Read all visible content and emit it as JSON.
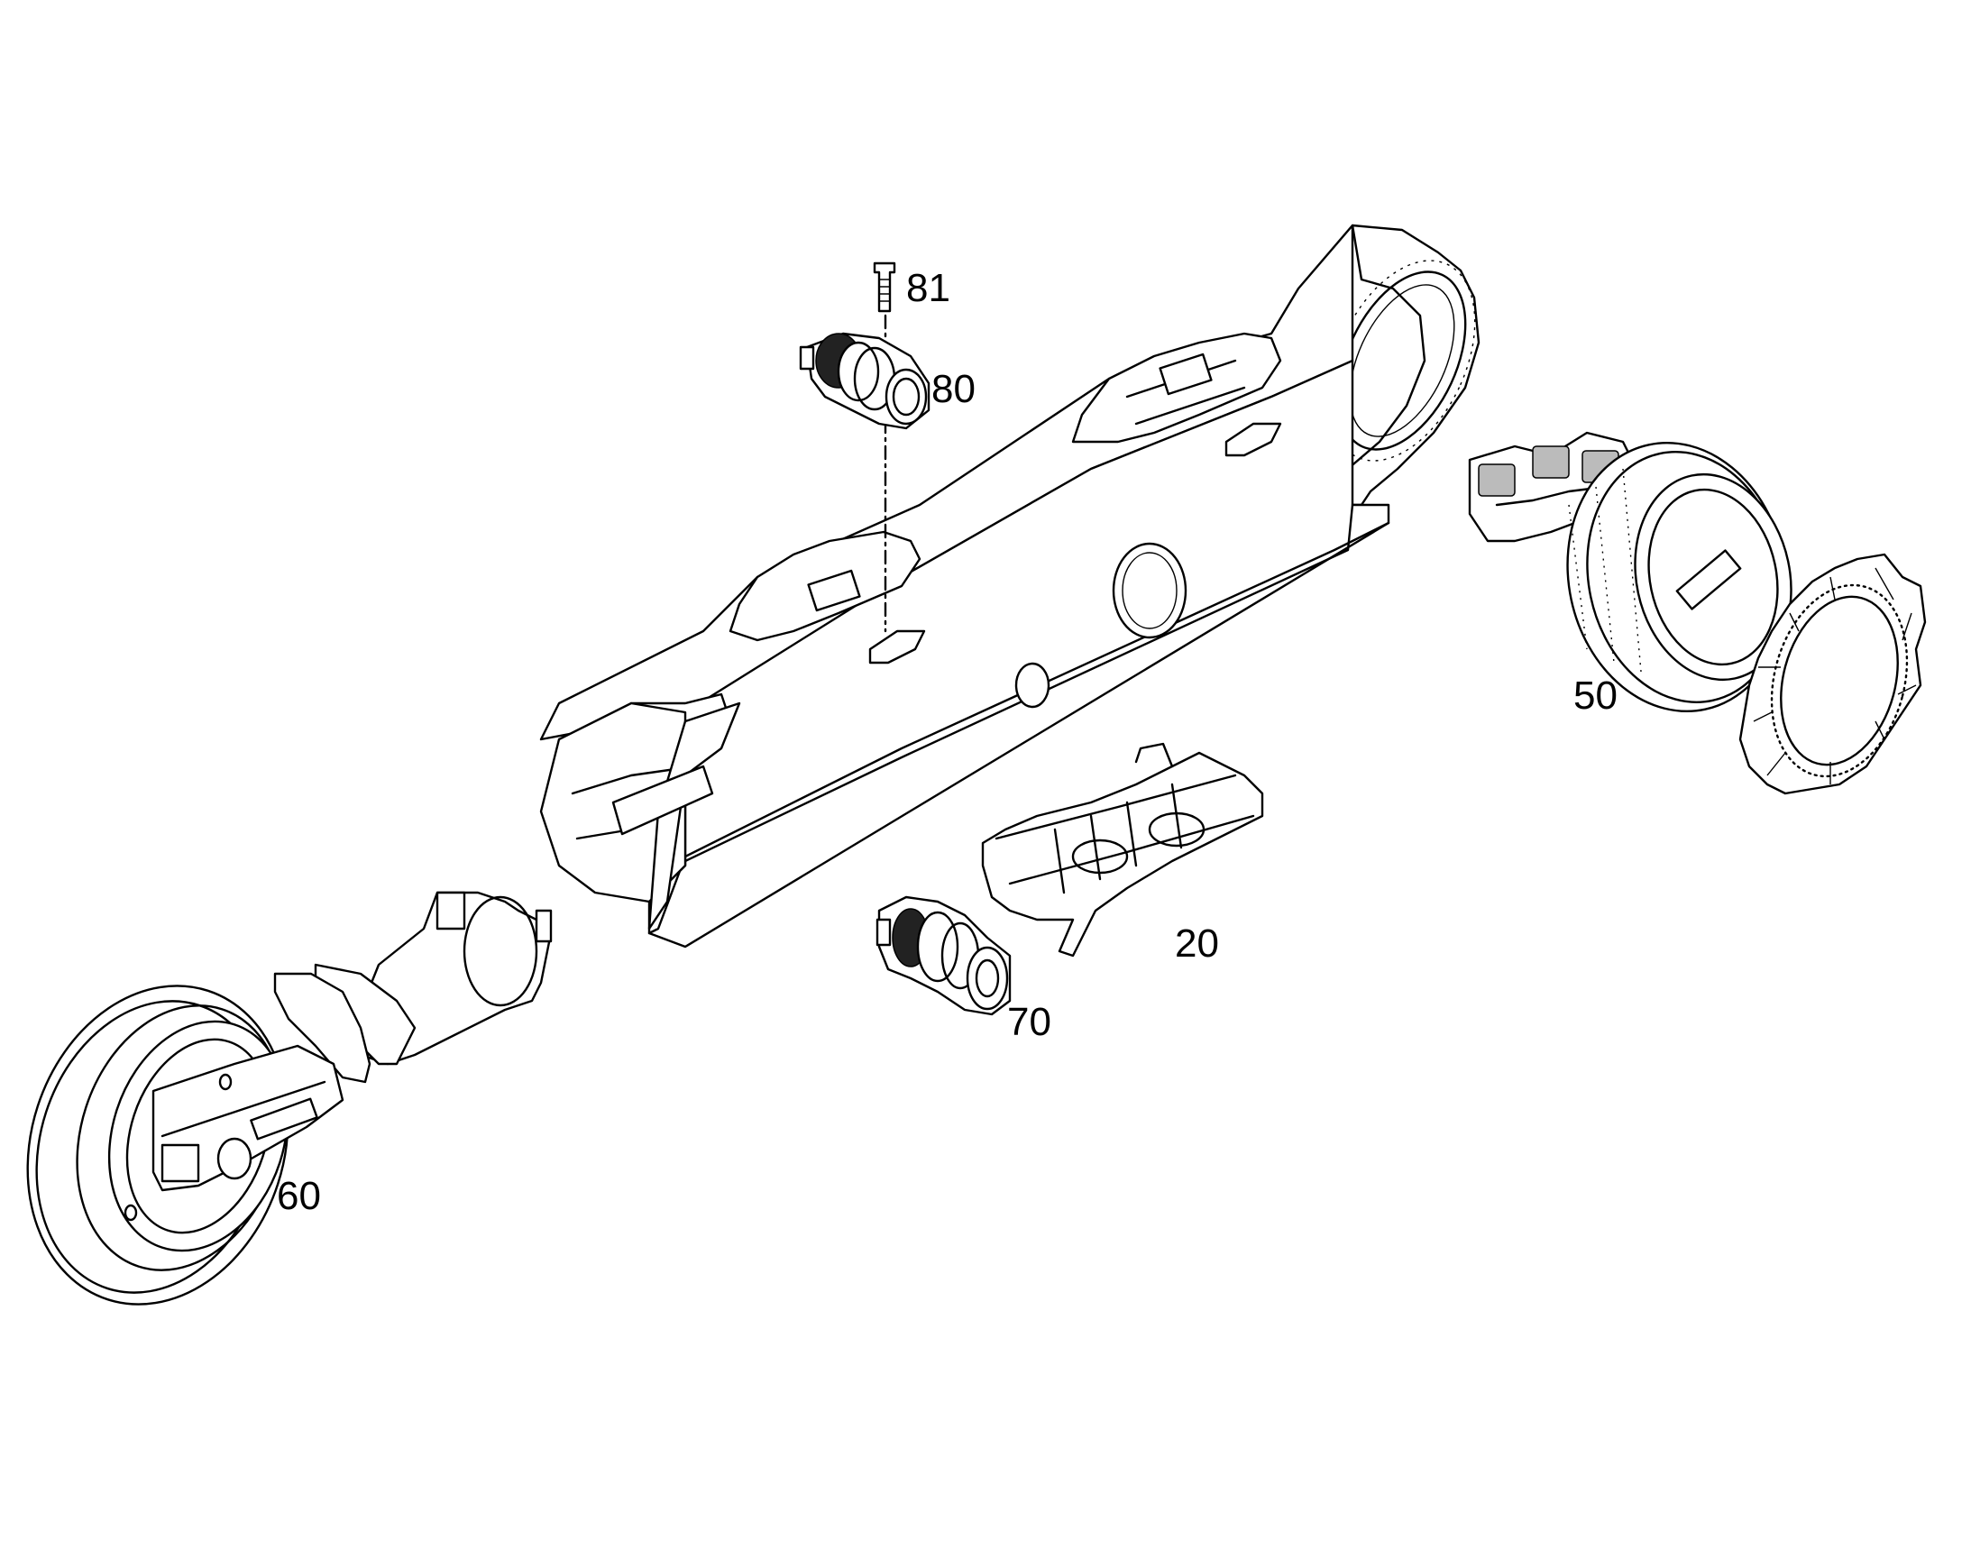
{
  "diagram": {
    "callouts": {
      "c81": "81",
      "c80": "80",
      "c50": "50",
      "c20": "20",
      "c70": "70",
      "c60": "60"
    }
  }
}
